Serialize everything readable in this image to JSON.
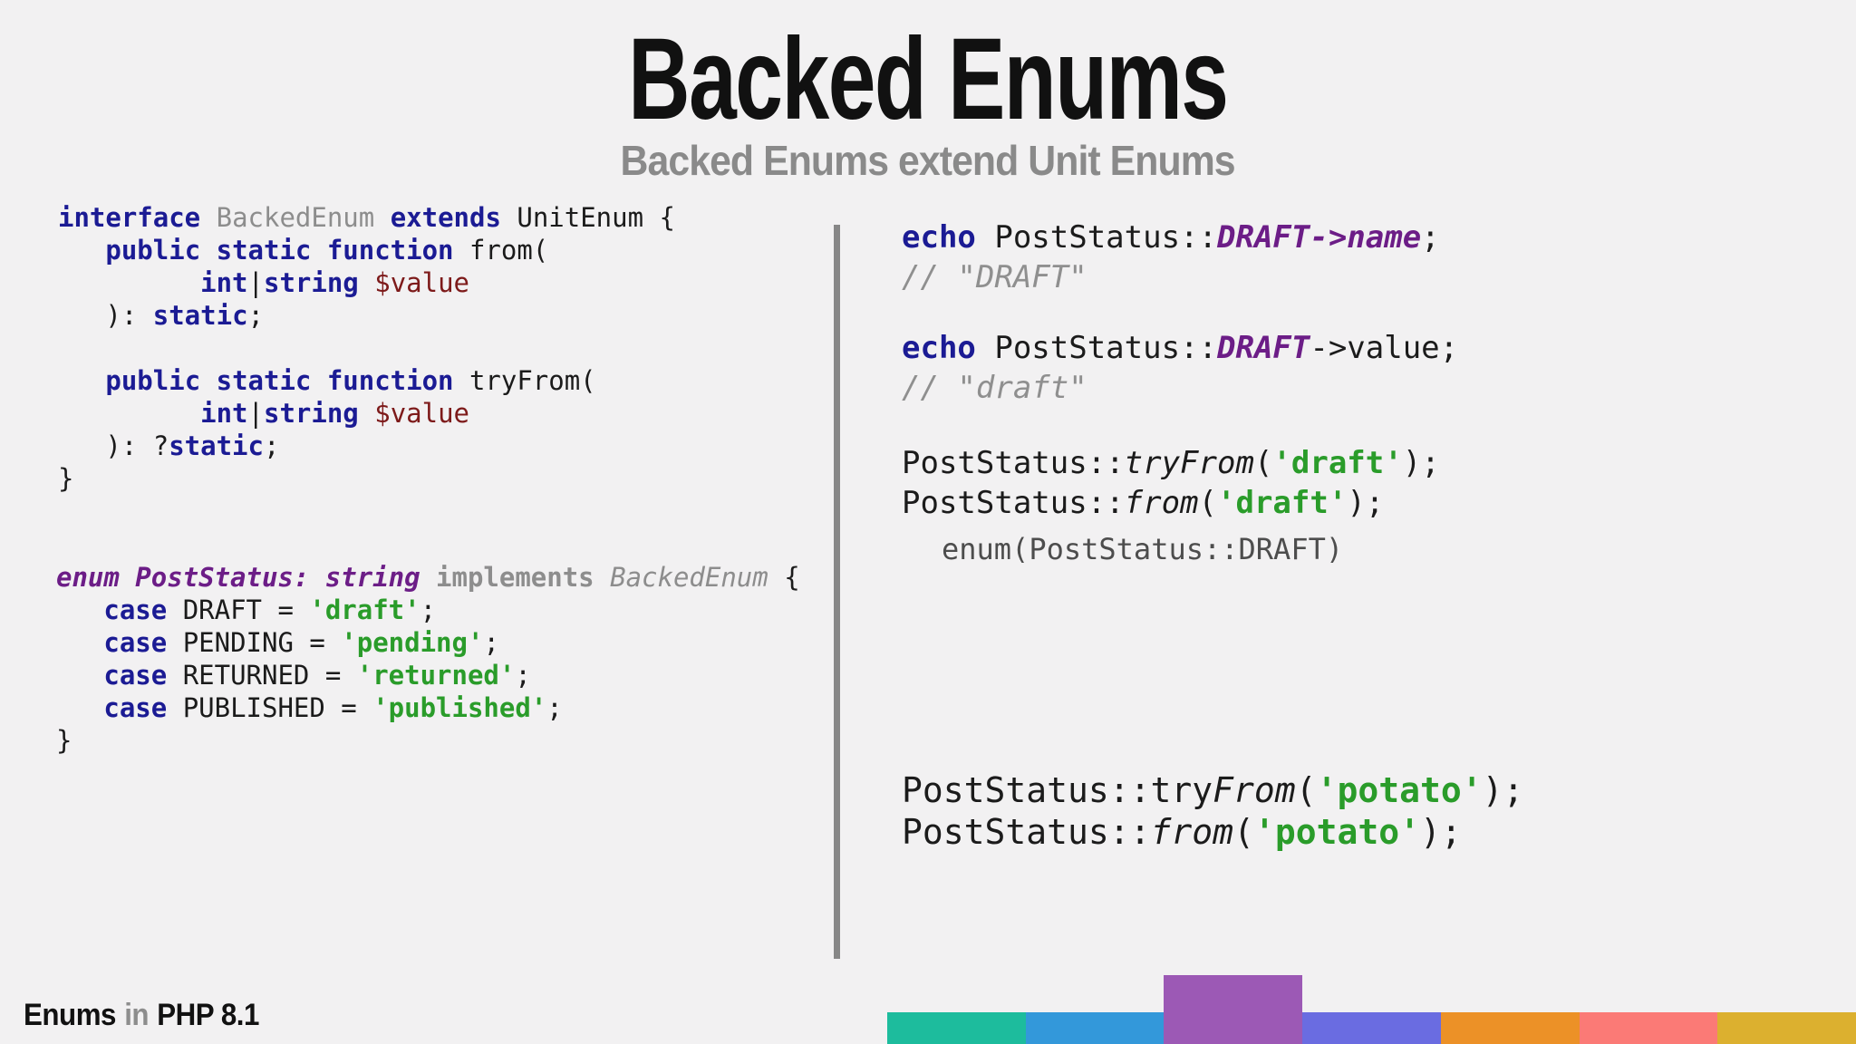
{
  "slide": {
    "title": "Backed Enums",
    "subtitle": "Backed Enums extend Unit Enums"
  },
  "palette": {
    "bg": "#f2f1f2",
    "title": "#111111",
    "subtitle": "#8a8a8a",
    "kw": "#1b1b94",
    "plain": "#1b1b1b",
    "gray": "#8d8d8d",
    "var_red": "#7d1a1a",
    "string_green": "#2a9c2a",
    "enum_purple": "#6c1d87",
    "comment": "#8f8f8f",
    "result": "#4d4d4d",
    "divider": "#878787"
  },
  "code": {
    "left_interface": [
      [
        {
          "t": "interface",
          "s": "kw"
        },
        {
          "t": " ",
          "s": "pl"
        },
        {
          "t": "BackedEnum",
          "s": "gray"
        },
        {
          "t": " ",
          "s": "pl"
        },
        {
          "t": "extends",
          "s": "kw"
        },
        {
          "t": " UnitEnum {",
          "s": "pl"
        }
      ],
      [
        {
          "t": "   ",
          "s": "pl"
        },
        {
          "t": "public static function",
          "s": "kw"
        },
        {
          "t": " from(",
          "s": "pl"
        }
      ],
      [
        {
          "t": "         ",
          "s": "pl"
        },
        {
          "t": "int",
          "s": "kw"
        },
        {
          "t": "|",
          "s": "pl"
        },
        {
          "t": "string",
          "s": "kw"
        },
        {
          "t": " ",
          "s": "pl"
        },
        {
          "t": "$value",
          "s": "var"
        }
      ],
      [
        {
          "t": "   ): ",
          "s": "pl"
        },
        {
          "t": "static",
          "s": "kw"
        },
        {
          "t": ";",
          "s": "pl"
        }
      ],
      [],
      [
        {
          "t": "   ",
          "s": "pl"
        },
        {
          "t": "public static function",
          "s": "kw"
        },
        {
          "t": " tryFrom(",
          "s": "pl"
        }
      ],
      [
        {
          "t": "         ",
          "s": "pl"
        },
        {
          "t": "int",
          "s": "kw"
        },
        {
          "t": "|",
          "s": "pl"
        },
        {
          "t": "string",
          "s": "kw"
        },
        {
          "t": " ",
          "s": "pl"
        },
        {
          "t": "$value",
          "s": "var"
        }
      ],
      [
        {
          "t": "   ): ?",
          "s": "pl"
        },
        {
          "t": "static",
          "s": "kw"
        },
        {
          "t": ";",
          "s": "pl"
        }
      ],
      [
        {
          "t": "}",
          "s": "pl"
        }
      ]
    ],
    "left_enum": [
      [
        {
          "t": "enum PostStatus: string",
          "s": "enumkw"
        },
        {
          "t": " ",
          "s": "pl"
        },
        {
          "t": "implements",
          "s": "grayb"
        },
        {
          "t": " ",
          "s": "pl"
        },
        {
          "t": "BackedEnum",
          "s": "grayi"
        },
        {
          "t": " {",
          "s": "pl"
        }
      ],
      [
        {
          "t": "   ",
          "s": "pl"
        },
        {
          "t": "case",
          "s": "kw"
        },
        {
          "t": " DRAFT = ",
          "s": "pl"
        },
        {
          "t": "'draft'",
          "s": "str"
        },
        {
          "t": ";",
          "s": "pl"
        }
      ],
      [
        {
          "t": "   ",
          "s": "pl"
        },
        {
          "t": "case",
          "s": "kw"
        },
        {
          "t": " PENDING = ",
          "s": "pl"
        },
        {
          "t": "'pending'",
          "s": "str"
        },
        {
          "t": ";",
          "s": "pl"
        }
      ],
      [
        {
          "t": "   ",
          "s": "pl"
        },
        {
          "t": "case",
          "s": "kw"
        },
        {
          "t": " RETURNED = ",
          "s": "pl"
        },
        {
          "t": "'returned'",
          "s": "str"
        },
        {
          "t": ";",
          "s": "pl"
        }
      ],
      [
        {
          "t": "   ",
          "s": "pl"
        },
        {
          "t": "case",
          "s": "kw"
        },
        {
          "t": " PUBLISHED = ",
          "s": "pl"
        },
        {
          "t": "'published'",
          "s": "str"
        },
        {
          "t": ";",
          "s": "pl"
        }
      ],
      [
        {
          "t": "}",
          "s": "pl"
        }
      ]
    ],
    "right_echo_name": [
      [
        {
          "t": "echo",
          "s": "kw"
        },
        {
          "t": " PostStatus::",
          "s": "pl"
        },
        {
          "t": "DRAFT->name",
          "s": "enumkw"
        },
        {
          "t": ";",
          "s": "pl"
        }
      ],
      [
        {
          "t": "// \"DRAFT\"",
          "s": "com"
        }
      ]
    ],
    "right_echo_value": [
      [
        {
          "t": "echo",
          "s": "kw"
        },
        {
          "t": " PostStatus::",
          "s": "pl"
        },
        {
          "t": "DRAFT",
          "s": "enumkw"
        },
        {
          "t": "->value;",
          "s": "pl"
        }
      ],
      [
        {
          "t": "// \"draft\"",
          "s": "com"
        }
      ]
    ],
    "right_tryfrom_draft": [
      [
        {
          "t": "PostStatus::",
          "s": "pl"
        },
        {
          "t": "tryFrom",
          "s": "ital"
        },
        {
          "t": "(",
          "s": "pl"
        },
        {
          "t": "'draft'",
          "s": "str"
        },
        {
          "t": ");",
          "s": "pl"
        }
      ],
      [
        {
          "t": "PostStatus::",
          "s": "pl"
        },
        {
          "t": "from",
          "s": "ital"
        },
        {
          "t": "(",
          "s": "pl"
        },
        {
          "t": "'draft'",
          "s": "str"
        },
        {
          "t": ");",
          "s": "pl"
        }
      ]
    ],
    "right_result": [
      [
        {
          "t": "enum(PostStatus::DRAFT)",
          "s": "res"
        }
      ]
    ],
    "right_tryfrom_potato": [
      [
        {
          "t": "PostStatus::try",
          "s": "pl"
        },
        {
          "t": "From",
          "s": "ital"
        },
        {
          "t": "(",
          "s": "pl"
        },
        {
          "t": "'potato'",
          "s": "str"
        },
        {
          "t": ");",
          "s": "pl"
        }
      ],
      [
        {
          "t": "PostStatus::",
          "s": "pl"
        },
        {
          "t": "from",
          "s": "ital"
        },
        {
          "t": "(",
          "s": "pl"
        },
        {
          "t": "'potato'",
          "s": "str"
        },
        {
          "t": ");",
          "s": "pl"
        }
      ]
    ]
  },
  "footer": {
    "word1": "Enums",
    "word2": "in",
    "word3": "PHP 8.1"
  },
  "footer_bar": {
    "segments": [
      {
        "name": "teal",
        "color": "#1dbc9d",
        "raised": false
      },
      {
        "name": "blue",
        "color": "#3398da",
        "raised": false
      },
      {
        "name": "purple",
        "color": "#9c59b5",
        "raised": true
      },
      {
        "name": "indigo",
        "color": "#6a6ce1",
        "raised": false
      },
      {
        "name": "orange",
        "color": "#ec9127",
        "raised": false
      },
      {
        "name": "salmon",
        "color": "#fb7a76",
        "raised": false
      },
      {
        "name": "gold",
        "color": "#dcb02f",
        "raised": false
      }
    ]
  }
}
